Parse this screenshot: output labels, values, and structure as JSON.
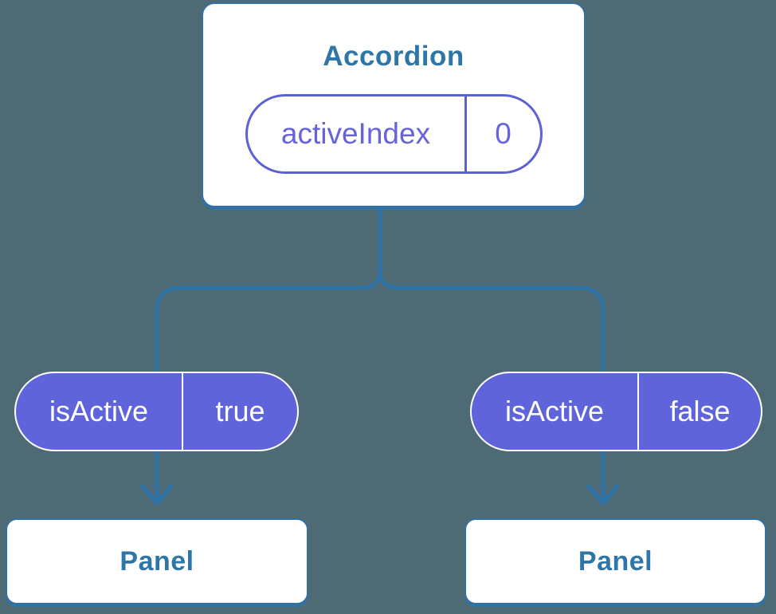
{
  "root": {
    "title": "Accordion",
    "state": {
      "label": "activeIndex",
      "value": "0"
    }
  },
  "children": [
    {
      "prop": {
        "label": "isActive",
        "value": "true"
      },
      "node": {
        "title": "Panel"
      }
    },
    {
      "prop": {
        "label": "isActive",
        "value": "false"
      },
      "node": {
        "title": "Panel"
      }
    }
  ],
  "colors": {
    "background": "#4d6a75",
    "card_background": "#ffffff",
    "card_border": "#3272a2",
    "heading_text": "#2f76a8",
    "connector": "#2d73a6",
    "prop_pill_fill": "#5f64da",
    "prop_pill_text": "#ffffff",
    "state_pill_border": "#5c62d6",
    "state_pill_text": "#6663dd"
  }
}
